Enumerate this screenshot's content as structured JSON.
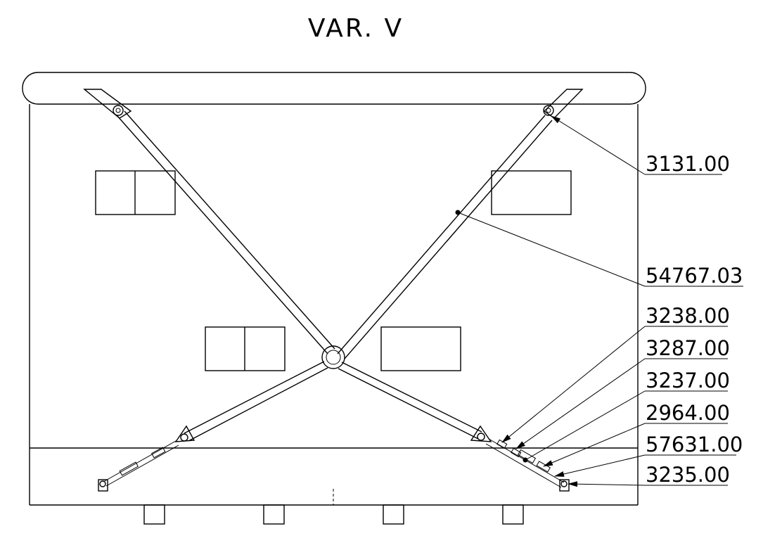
{
  "title": "VAR. V",
  "callouts": [
    {
      "id": "c1",
      "label": "3131.00"
    },
    {
      "id": "c2",
      "label": "54767.03"
    },
    {
      "id": "c3",
      "label": "3238.00"
    },
    {
      "id": "c4",
      "label": "3287.00"
    },
    {
      "id": "c5",
      "label": "3237.00"
    },
    {
      "id": "c6",
      "label": "2964.00"
    },
    {
      "id": "c7",
      "label": "57631.00"
    },
    {
      "id": "c8",
      "label": "3235.00"
    }
  ]
}
